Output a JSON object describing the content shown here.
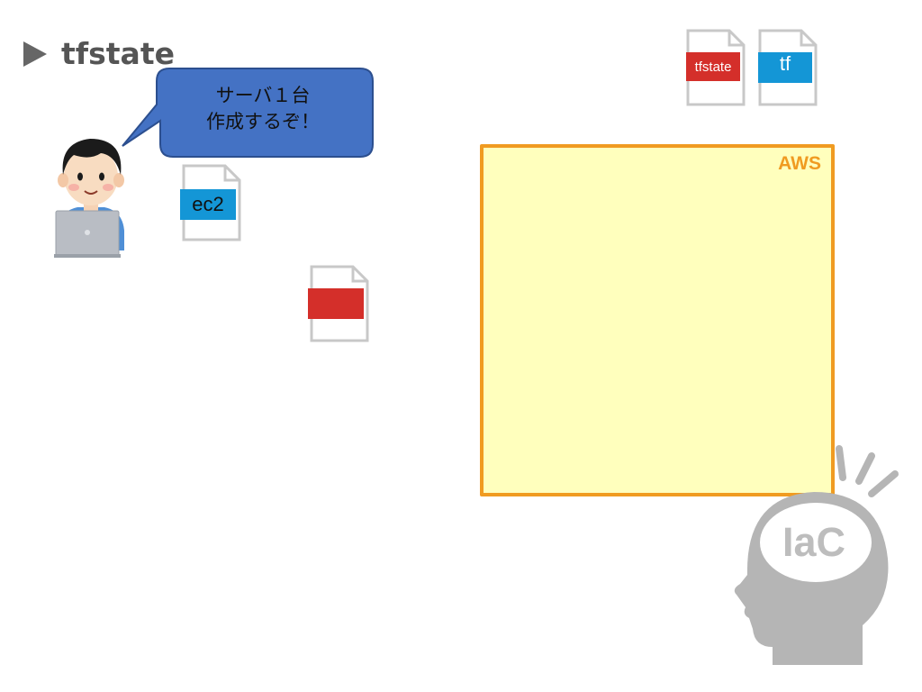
{
  "title": "tfstate",
  "bubble": {
    "lines": [
      "サーバ１台",
      "作成するぞ！"
    ]
  },
  "files": {
    "ec2": "ec2",
    "tfstate": "tfstate",
    "tf": "tf"
  },
  "aws_label": "AWS",
  "head_label": "IaC",
  "colors": {
    "aws_border": "#f09b21",
    "aws_fill": "#ffffbd",
    "file_red": "#d42f2a",
    "file_blue": "#1496d6",
    "bubble_fill": "#4472c4"
  }
}
